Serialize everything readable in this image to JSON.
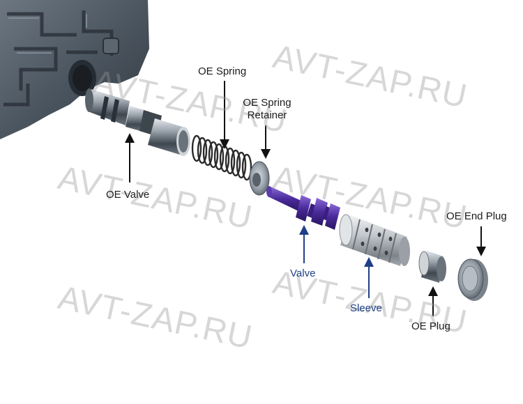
{
  "labels": {
    "oe_spring": "OE Spring",
    "oe_spring_retainer_line1": "OE Spring",
    "oe_spring_retainer_line2": "Retainer",
    "oe_valve": "OE Valve",
    "valve": "Valve",
    "sleeve": "Sleeve",
    "oe_plug": "OE Plug",
    "oe_end_plug": "OE End Plug"
  },
  "watermark": "AVT-ZAP.RU",
  "colors": {
    "oe_label": "#1b1b1b",
    "new_part_label": "#1f3f86",
    "new_valve_part": "#4a2a9a",
    "metal": "#9aa3ac",
    "valve_body": "#4c5660"
  }
}
